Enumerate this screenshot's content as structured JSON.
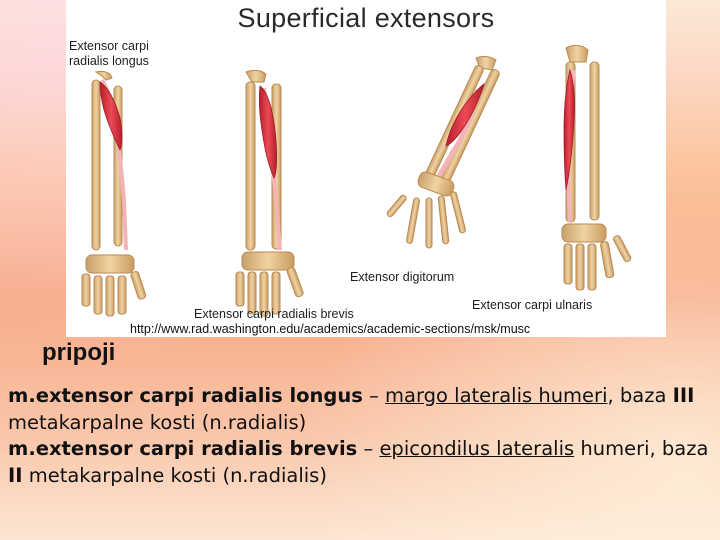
{
  "figure": {
    "title": "Superficial extensors",
    "labels": {
      "longus": "Extensor carpi radialis longus",
      "brevis": "Extensor carpi radialis brevis",
      "digitorum": "Extensor digitorum",
      "ulnaris": "Extensor carpi ulnaris"
    },
    "url": "http://www.rad.washington.edu/academics/academic-sections/msk/musc"
  },
  "caption": "pripoji",
  "paragraphs": [
    {
      "muscle": "m.extensor carpi radialis longus",
      "dash": " – ",
      "origin": "margo lateralis humeri",
      "rest_a": ", baza ",
      "roman": "III",
      "rest_b": " metakarpalne kosti (n.radialis)"
    },
    {
      "muscle": "m.extensor carpi radialis brevis",
      "dash": " – ",
      "origin": "epicondilus lateralis",
      "rest_pre": " humeri, baza ",
      "roman": "II",
      "rest_b": " metakarpalne kosti (n.radialis)"
    }
  ],
  "colors": {
    "muscle": "#d9333f",
    "tendon": "#f3b4b8",
    "bone": "#e2bf88",
    "bone_stroke": "#b98a52"
  }
}
